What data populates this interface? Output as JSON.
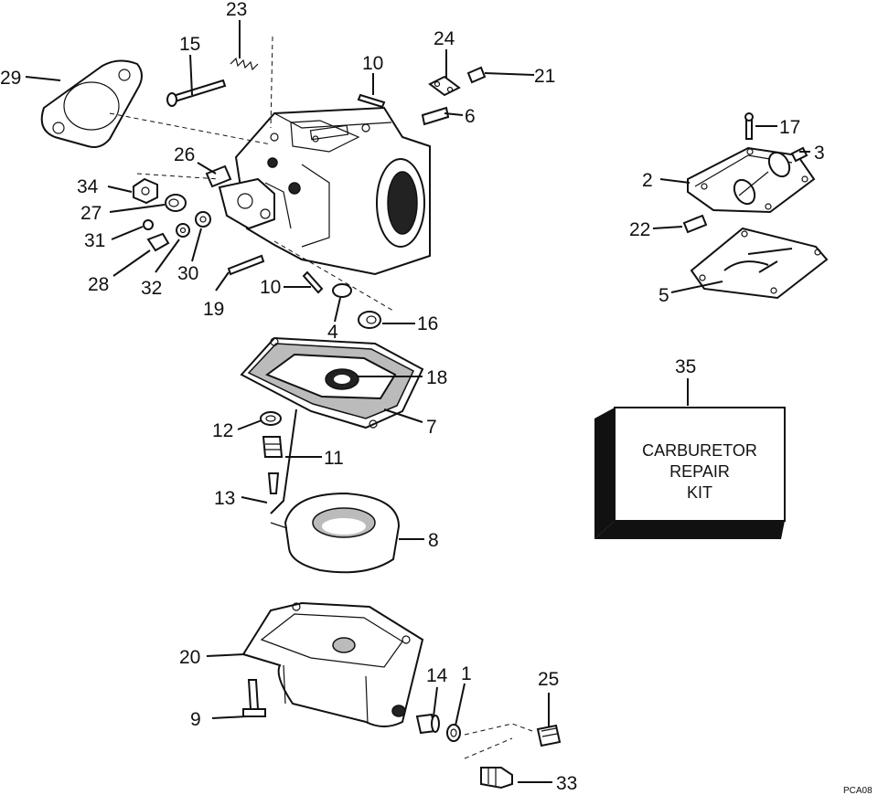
{
  "callouts": {
    "p1": "1",
    "p2": "2",
    "p3": "3",
    "p4": "4",
    "p5": "5",
    "p6": "6",
    "p7": "7",
    "p8": "8",
    "p9": "9",
    "p10a": "10",
    "p10b": "10",
    "p11": "11",
    "p12": "12",
    "p13": "13",
    "p14": "14",
    "p15": "15",
    "p16": "16",
    "p17": "17",
    "p18": "18",
    "p19": "19",
    "p20": "20",
    "p21": "21",
    "p22": "22",
    "p23": "23",
    "p24": "24",
    "p25": "25",
    "p26": "26",
    "p27": "27",
    "p28": "28",
    "p29": "29",
    "p30": "30",
    "p31": "31",
    "p32": "32",
    "p33": "33",
    "p34": "34",
    "p35": "35"
  },
  "kit_box": {
    "line1": "CARBURETOR",
    "line2": "REPAIR",
    "line3": "KIT"
  },
  "figure_code": "PCA08"
}
